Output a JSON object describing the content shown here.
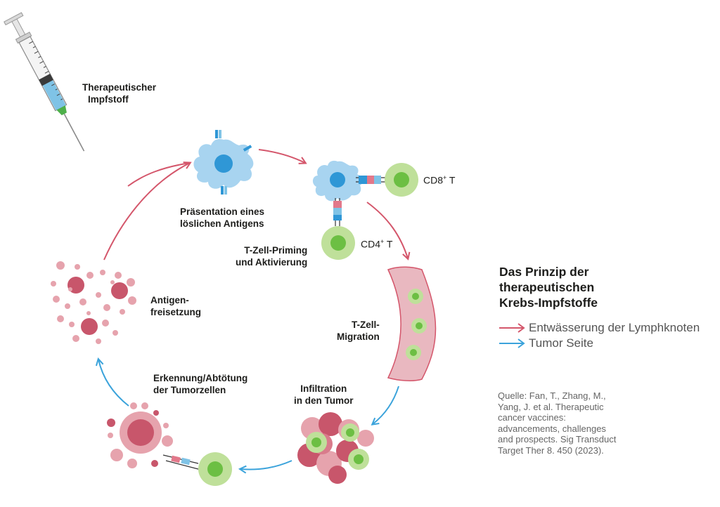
{
  "labels": {
    "vaccine": [
      "Therapeutischer",
      "Impfstoff"
    ],
    "presentation": [
      "Präsentation eines",
      "löslichen Antigens"
    ],
    "priming": [
      "T-Zell-Priming",
      "und Aktivierung"
    ],
    "migration": [
      "T-Zell-",
      "Migration"
    ],
    "infiltration": [
      "Infiltration",
      "in den Tumor"
    ],
    "recognition": [
      "Erkennung/Abtötung",
      "der Tumorzellen"
    ],
    "release": [
      "Antigen-",
      "freisetzung"
    ]
  },
  "cells": {
    "cd8": {
      "text": "CD8",
      "sup": "+",
      "suffix": " T"
    },
    "cd4": {
      "text": "CD4",
      "sup": "+",
      "suffix": " T"
    }
  },
  "title": [
    "Das Prinzip der",
    "therapeutischen",
    "Krebs-Impfstoffe"
  ],
  "legend": [
    {
      "label": "Entwässerung der Lymphknoten",
      "color": "#d4566b"
    },
    {
      "label": "Tumor Seite",
      "color": "#3ba3db"
    }
  ],
  "source": [
    "Quelle: Fan, T., Zhang, M.,",
    "Yang, J. et al. Therapeutic",
    "cancer vaccines:",
    "advancements, challenges",
    "and prospects. Sig Transduct",
    "Target Ther 8. 450 (2023)."
  ],
  "colors": {
    "lymph_arrow": "#d4566b",
    "tumor_arrow": "#3ba3db",
    "dendritic_cell": "#a8d4f0",
    "nucleus_blue": "#2f97d6",
    "t_cell_outer": "#bfe09a",
    "t_cell_inner": "#6cbf43",
    "vessel": "#e9b8c0",
    "tumor_dark": "#c8566b",
    "tumor_light": "#e6a3ad"
  }
}
